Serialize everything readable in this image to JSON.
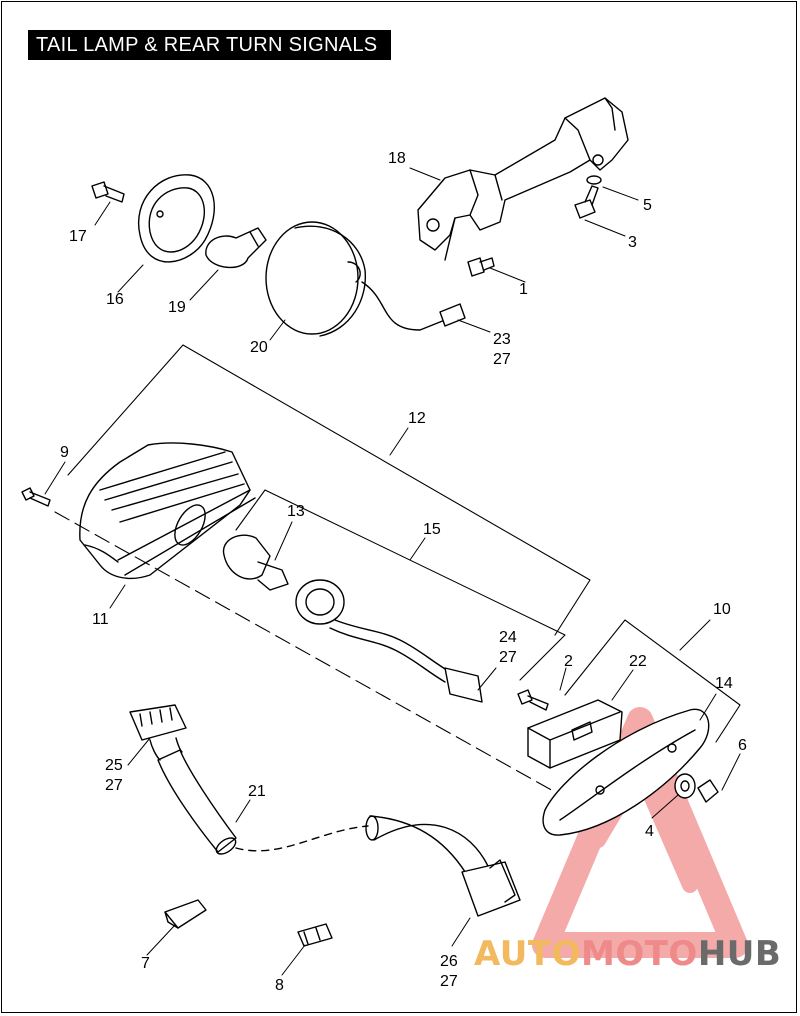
{
  "title": "TAIL LAMP & REAR TURN SIGNALS",
  "colors": {
    "line": "#000000",
    "shade": "#b9b9b9",
    "watermark_red": "#ee6666",
    "watermark_orange": "#f2b95e",
    "watermark_gray": "#6a6a6a"
  },
  "callouts": {
    "c1": "1",
    "c2": "2",
    "c3": "3",
    "c4": "4",
    "c5": "5",
    "c6": "6",
    "c7": "7",
    "c8": "8",
    "c9": "9",
    "c10": "10",
    "c11": "11",
    "c12": "12",
    "c13": "13",
    "c14": "14",
    "c15": "15",
    "c16": "16",
    "c17": "17",
    "c18": "18",
    "c19": "19",
    "c20": "20",
    "c21": "21",
    "c22": "22",
    "c23": "23",
    "c23b": "27",
    "c24": "24",
    "c24b": "27",
    "c25": "25",
    "c25b": "27",
    "c26": "26",
    "c26b": "27"
  },
  "watermark": {
    "part1": "AUTO",
    "part2": "MOTO",
    "part3": "HUB"
  }
}
